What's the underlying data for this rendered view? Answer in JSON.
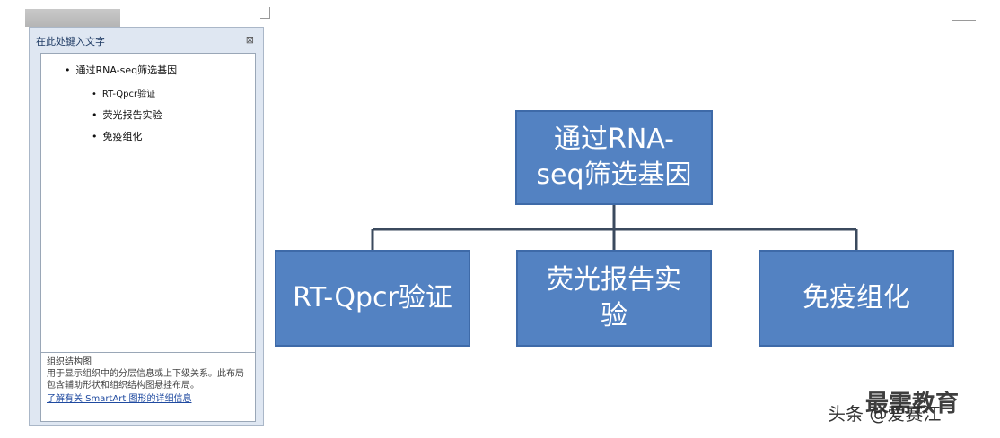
{
  "text_pane": {
    "title": "在此处键入文字",
    "close_glyph": "⊠",
    "items": [
      {
        "label": "通过RNA-seq筛选基因",
        "level": 1
      },
      {
        "label": "RT-Qpcr验证",
        "level": 2
      },
      {
        "label": "荧光报告实验",
        "level": 2
      },
      {
        "label": "免疫组化",
        "level": 2
      }
    ],
    "description": {
      "title": "组织结构图",
      "body": "用于显示组织中的分层信息或上下级关系。此布局包含辅助形状和组织结构图悬挂布局。",
      "link": "了解有关 SmartArt 图形的详细信息"
    }
  },
  "smartart": {
    "root": {
      "line1": "通过RNA-",
      "line2": "seq筛选基因"
    },
    "children": [
      {
        "line1": "RT-Qpcr验证",
        "line2": ""
      },
      {
        "line1": "荧光报告实",
        "line2": "验"
      },
      {
        "line1": "免疫组化",
        "line2": ""
      }
    ],
    "box_fill": "#5382C2",
    "line_color": "#3B4A5E"
  },
  "watermark": {
    "source": "头条 @爱赛江",
    "brand": "最需教育"
  }
}
